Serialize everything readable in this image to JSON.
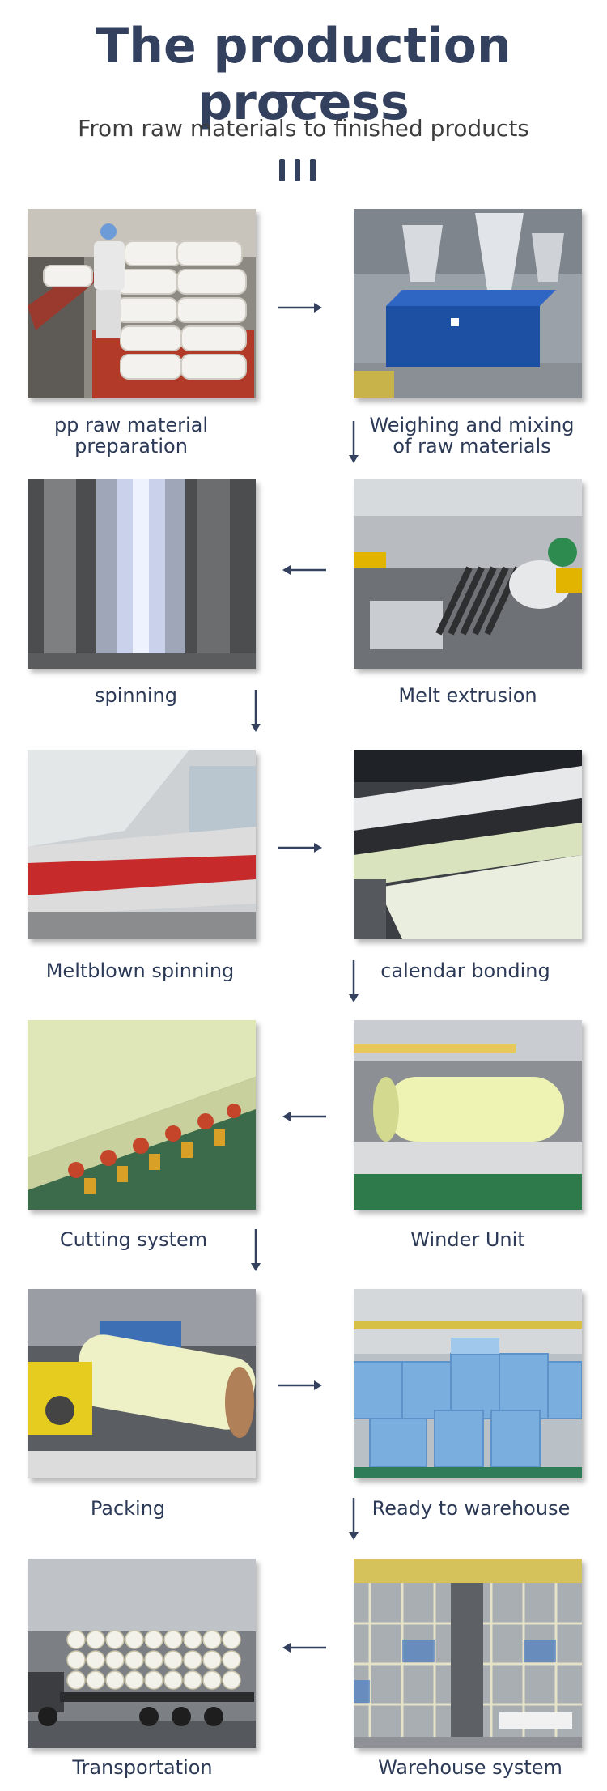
{
  "header": {
    "title": "The production process",
    "subtitle": "From raw materials to finished products"
  },
  "steps": [
    {
      "label_1": "pp raw material",
      "label_2": "preparation"
    },
    {
      "label_1": "Weighing and mixing",
      "label_2": "of raw materials"
    },
    {
      "label": "Melt extrusion"
    },
    {
      "label": "spinning"
    },
    {
      "label": "Meltblown spinning"
    },
    {
      "label": "calendar bonding"
    },
    {
      "label": "Winder Unit"
    },
    {
      "label": "Cutting system"
    },
    {
      "label": "Packing"
    },
    {
      "label": "Ready to warehouse"
    },
    {
      "label": "Warehouse system"
    },
    {
      "label": "Transportation"
    }
  ],
  "colors": {
    "heading": "#33415f",
    "text": "#2c3a57",
    "arrow": "#33415f"
  }
}
